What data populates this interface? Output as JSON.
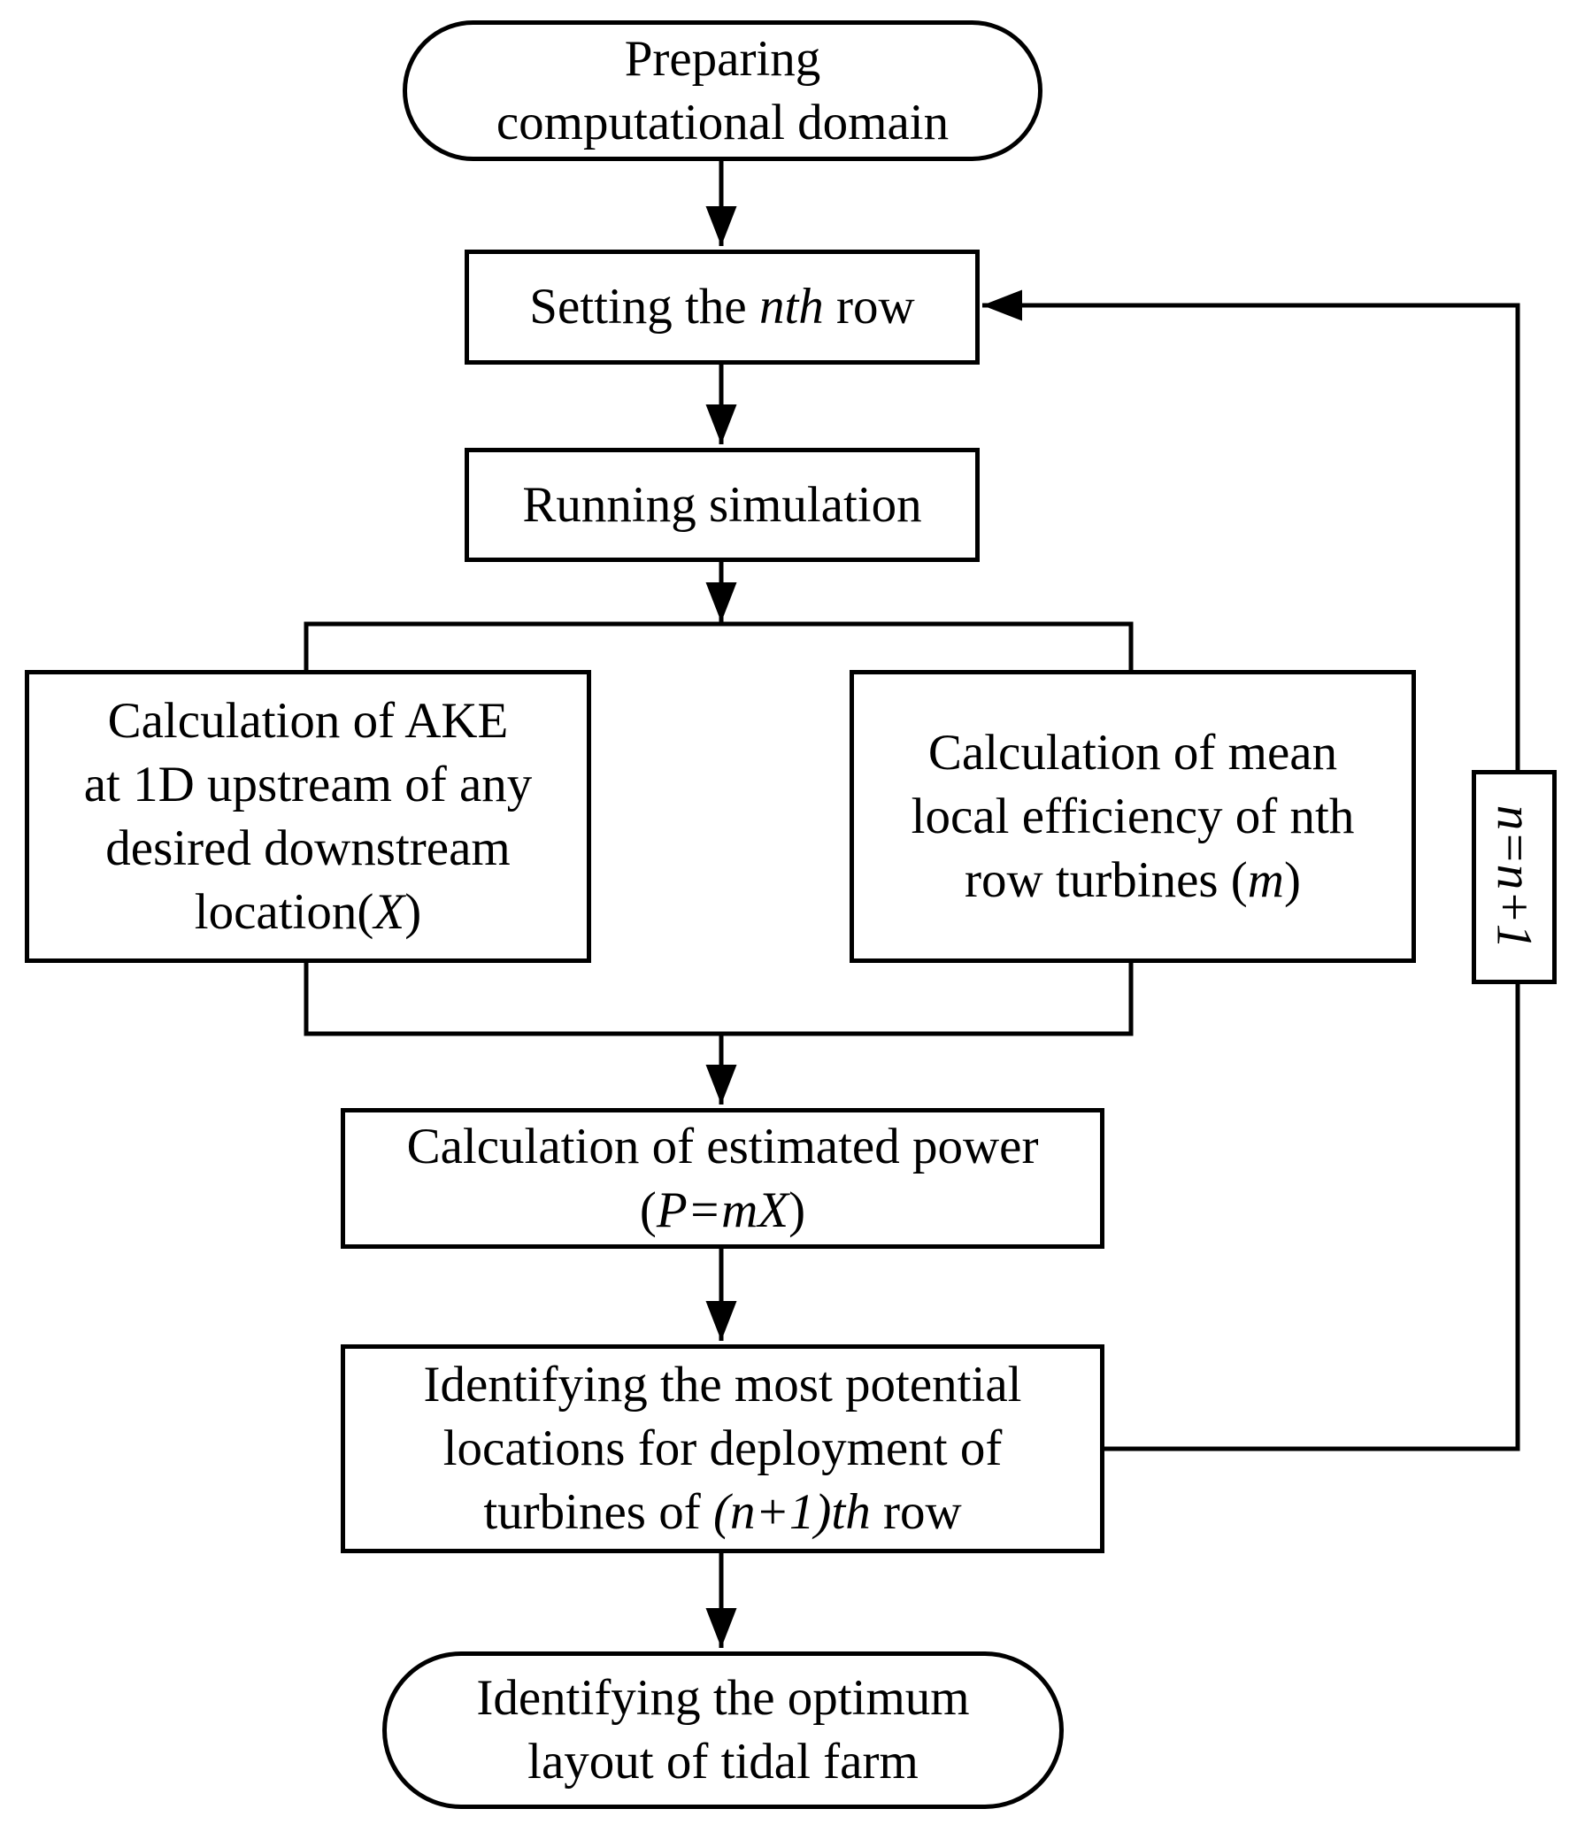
{
  "diagram": {
    "nodes": {
      "start": [
        "Preparing",
        "computational domain"
      ],
      "set_row": {
        "before": "Setting the ",
        "italic": "nth",
        "after": " row"
      },
      "run": "Running simulation",
      "ake": [
        "Calculation of AKE",
        "at 1D upstream of any",
        "desired downstream",
        "location(",
        "X",
        ")"
      ],
      "eff": [
        "Calculation of mean",
        "local efficiency of nth",
        "row turbines (",
        "m",
        ")"
      ],
      "power": [
        "Calculation of estimated power",
        "(",
        "P=mX",
        ")"
      ],
      "identify": [
        "Identifying the most potential",
        "locations for deployment of",
        "turbines of ",
        "(n+1)th",
        " row"
      ],
      "end": [
        "Identifying the optimum",
        "layout of tidal farm"
      ]
    },
    "loop_label": "n=n+1"
  }
}
